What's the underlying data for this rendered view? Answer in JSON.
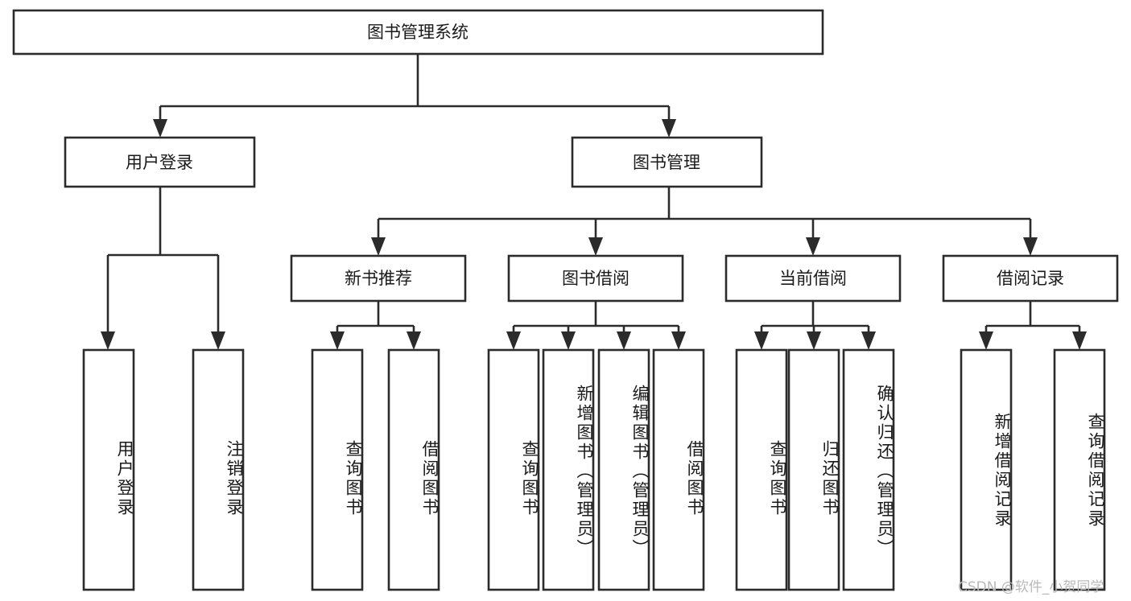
{
  "diagram": {
    "type": "tree-hierarchy",
    "title": "图书管理系统",
    "root": {
      "label": "图书管理系统"
    },
    "level2": [
      {
        "label": "用户登录"
      },
      {
        "label": "图书管理"
      }
    ],
    "level3": [
      {
        "label": "新书推荐"
      },
      {
        "label": "图书借阅"
      },
      {
        "label": "当前借阅"
      },
      {
        "label": "借阅记录"
      }
    ],
    "leaves": {
      "user_login": [
        "用户登录",
        "注销登录"
      ],
      "new_book_recommend": [
        "查询图书",
        "借阅图书"
      ],
      "book_borrow": [
        "查询图书",
        "新增图书（管理员）",
        "编辑图书（管理员）",
        "借阅图书"
      ],
      "current_borrow": [
        "查询图书",
        "归还图书",
        "确认归还（管理员）"
      ],
      "borrow_record": [
        "新增借阅记录",
        "查询借阅记录"
      ]
    }
  },
  "watermark": {
    "text": "CSDN @软件_小贺同学"
  },
  "colors": {
    "stroke": "#2b2b2b",
    "background": "#ffffff",
    "text": "#1a1a1a",
    "watermark": "#b9b9b9"
  }
}
